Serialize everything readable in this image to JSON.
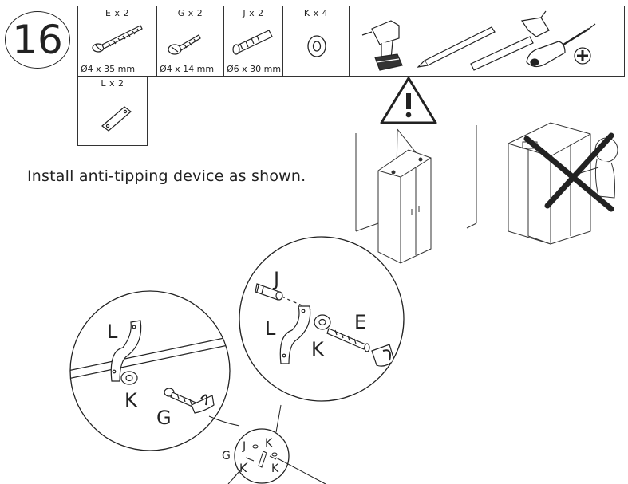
{
  "step": {
    "number": "16"
  },
  "parts": [
    {
      "qty": "E x 2",
      "spec": "Ø4 x 35 mm",
      "icon": "long-screw-icon"
    },
    {
      "qty": "G x 2",
      "spec": "Ø4 x 14 mm",
      "icon": "short-screw-icon"
    },
    {
      "qty": "J x 2",
      "spec": "Ø6 x 30 mm",
      "icon": "wall-plug-icon"
    },
    {
      "qty": "K x 4",
      "spec": "",
      "icon": "washer-icon"
    },
    {
      "qty": "L x 2",
      "spec": "",
      "icon": "strap-bracket-icon"
    }
  ],
  "tools": [
    "drill-icon",
    "pencil-icon",
    "hammer-icon",
    "screwdriver-icon"
  ],
  "instruction": "Install anti-tipping device as shown.",
  "callout_labels": {
    "left_detail": {
      "strap": "L",
      "washer": "K",
      "screw": "G"
    },
    "right_detail": {
      "plug": "J",
      "strap": "L",
      "washer": "K",
      "screw": "E"
    },
    "small_detail": {
      "plug": "J",
      "washer_top": "K",
      "screw": "G",
      "washer_bottom_left": "K",
      "washer_bottom_right": "K"
    }
  }
}
